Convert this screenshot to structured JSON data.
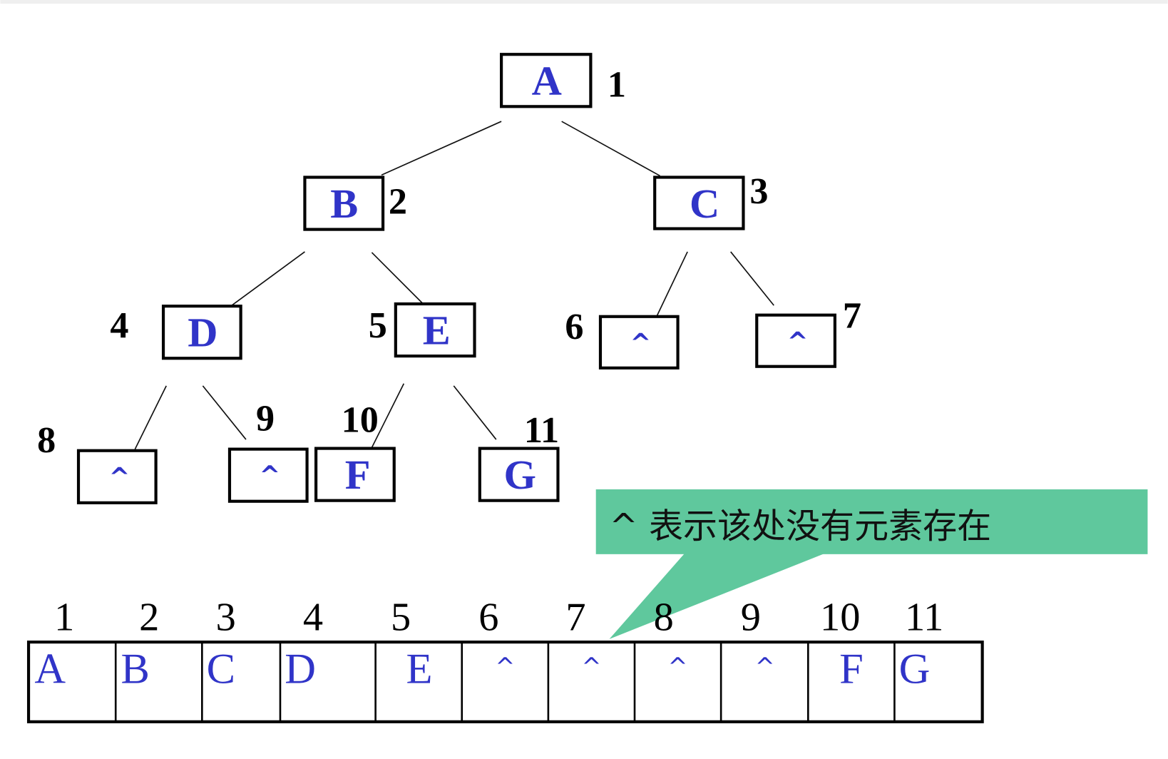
{
  "tree": {
    "nodes": [
      {
        "label": "A",
        "index": "1"
      },
      {
        "label": "B",
        "index": "2"
      },
      {
        "label": "C",
        "index": "3"
      },
      {
        "label": "D",
        "index": "4"
      },
      {
        "label": "E",
        "index": "5"
      },
      {
        "label": "^",
        "index": "6"
      },
      {
        "label": "^",
        "index": "7"
      },
      {
        "label": "^",
        "index": "8"
      },
      {
        "label": "^",
        "index": "9"
      },
      {
        "label": "F",
        "index": "10"
      },
      {
        "label": "G",
        "index": "11"
      }
    ]
  },
  "callout": {
    "text": "^ 表示该处没有元素存在"
  },
  "array": {
    "indices": [
      "1",
      "2",
      "3",
      "4",
      "5",
      "6",
      "7",
      "8",
      "9",
      "10",
      "11"
    ],
    "cells": [
      "A",
      "B",
      "C",
      "D",
      "E",
      "^",
      "^",
      "^",
      "^",
      "F",
      "G"
    ]
  },
  "colors": {
    "label": "#3034c8",
    "callout_background": "#5fc89d",
    "outline": "#000000"
  }
}
